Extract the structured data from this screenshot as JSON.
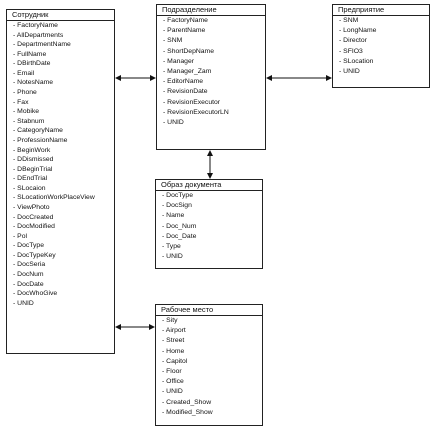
{
  "entities": {
    "employee": {
      "title": "Сотрудник",
      "fields": [
        "FactoryName",
        "AllDepartments",
        "DepartmentName",
        "FullName",
        "DBirthDate",
        "Email",
        "NotesName",
        "Phone",
        "Fax",
        "Mobike",
        "Stabnum",
        "CategoryName",
        "ProfessionName",
        "BeginWork",
        "DDismissed",
        "DBeginTrial",
        "DEndTrial",
        "SLocaion",
        "SLocationWorkPlaceView",
        "ViewPhoto",
        "DocCreated",
        "DocModified",
        "Pol",
        "DocType",
        "DocTypeKey",
        "DocSeria",
        "DocNum",
        "DocDate",
        "DocWhoGive",
        "UNID"
      ]
    },
    "department": {
      "title": "Подразделение",
      "fields": [
        "FactoryName",
        "ParentName",
        "SNM",
        "ShortDepName",
        "Manager",
        "Manager_Zam",
        "EditorName",
        "RevisionDate",
        "RevisionExecutor",
        "RevisionExecutorLN",
        "UNID"
      ]
    },
    "enterprise": {
      "title": "Предприятие",
      "fields": [
        "SNM",
        "LongName",
        "Director",
        "SFIO3",
        "SLocation",
        "UNID"
      ]
    },
    "document_image": {
      "title": "Образ документа",
      "fields": [
        "DocType",
        "DocSign",
        "Name",
        "Doc_Num",
        "Doc_Date",
        "Type",
        "UNID"
      ]
    },
    "workplace": {
      "title": "Рабочее место",
      "fields": [
        "Sity",
        "Airport",
        "Street",
        "Home",
        "Capitol",
        "Floor",
        "Office",
        "UNID",
        "Created_Show",
        "Modified_Show"
      ]
    }
  }
}
